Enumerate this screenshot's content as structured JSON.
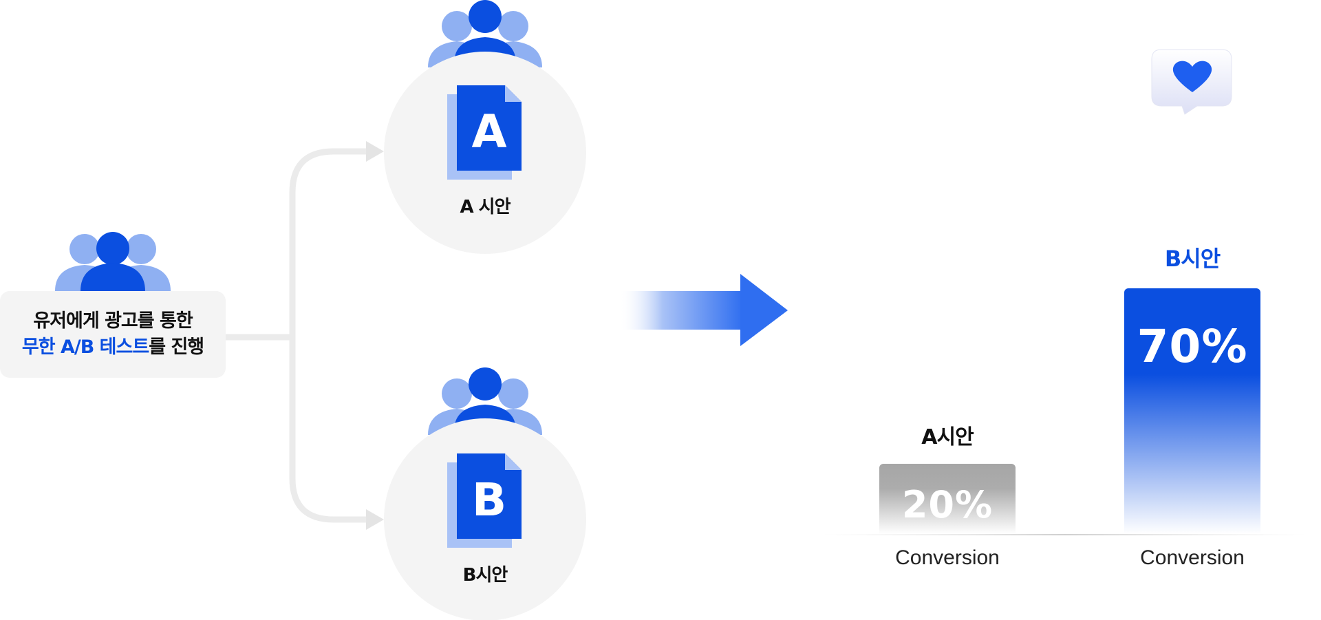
{
  "source": {
    "line1": "유저에게 광고를 통한",
    "line2_highlight": "무한 A/B 테스트",
    "line2_rest": "를 진행"
  },
  "variant_a": {
    "letter": "A",
    "label": "A 시안"
  },
  "variant_b": {
    "letter": "B",
    "label": "B시안"
  },
  "chart_data": {
    "type": "bar",
    "categories": [
      "Conversion",
      "Conversion"
    ],
    "bar_titles": [
      "A시안",
      "B시안"
    ],
    "values": [
      20,
      70
    ],
    "value_labels": [
      "20%",
      "70%"
    ],
    "ylim": [
      0,
      100
    ],
    "colors": [
      "#a6a6a6",
      "#0b4fe0"
    ],
    "highlight": "B시안"
  },
  "colors": {
    "accent": "#0b4fe0",
    "accent_light": "#8fb0f2",
    "neutral_bg": "#f4f4f4",
    "connector": "#ebebeb"
  },
  "icons": [
    "users-group-icon",
    "document-icon",
    "arrow-right-icon",
    "heart-bubble-icon"
  ]
}
